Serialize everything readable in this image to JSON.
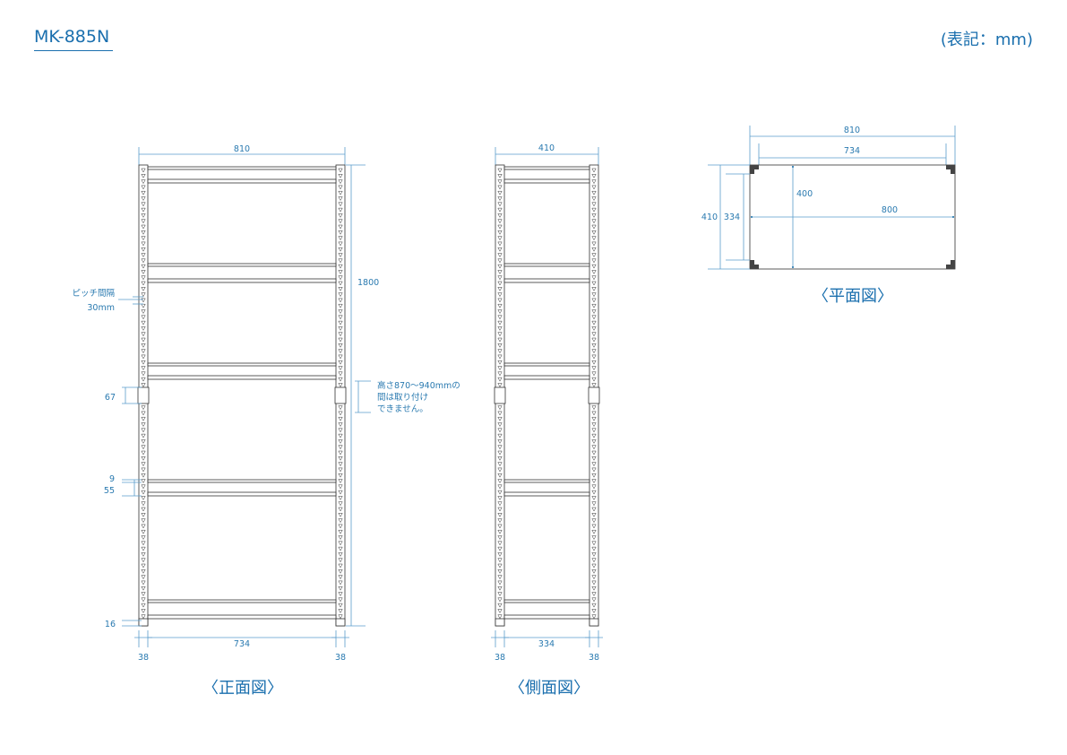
{
  "header": {
    "model": "MK-885N",
    "unit_note": "(表記：mm)"
  },
  "views": {
    "front": "〈正面図〉",
    "side": "〈側面図〉",
    "plan": "〈平面図〉"
  },
  "front_dims": {
    "width_total": "810",
    "height_total": "1800",
    "inner_width": "734",
    "post_left": "38",
    "post_right": "38",
    "pitch_label_1": "ピッチ間隔",
    "pitch_label_2": "30mm",
    "joint": "67",
    "shelf_gap": "9",
    "shelf_depth": "55",
    "bottom": "16",
    "note_1": "高さ870～940mmの",
    "note_2": "間は取り付け",
    "note_3": "できません。"
  },
  "side_dims": {
    "depth_total": "410",
    "inner_depth": "334",
    "post_left": "38",
    "post_right": "38"
  },
  "plan_dims": {
    "width_total": "810",
    "inner_width": "734",
    "depth_total": "410",
    "inner_depth": "334",
    "shelf_depth": "400",
    "shelf_width": "800"
  }
}
